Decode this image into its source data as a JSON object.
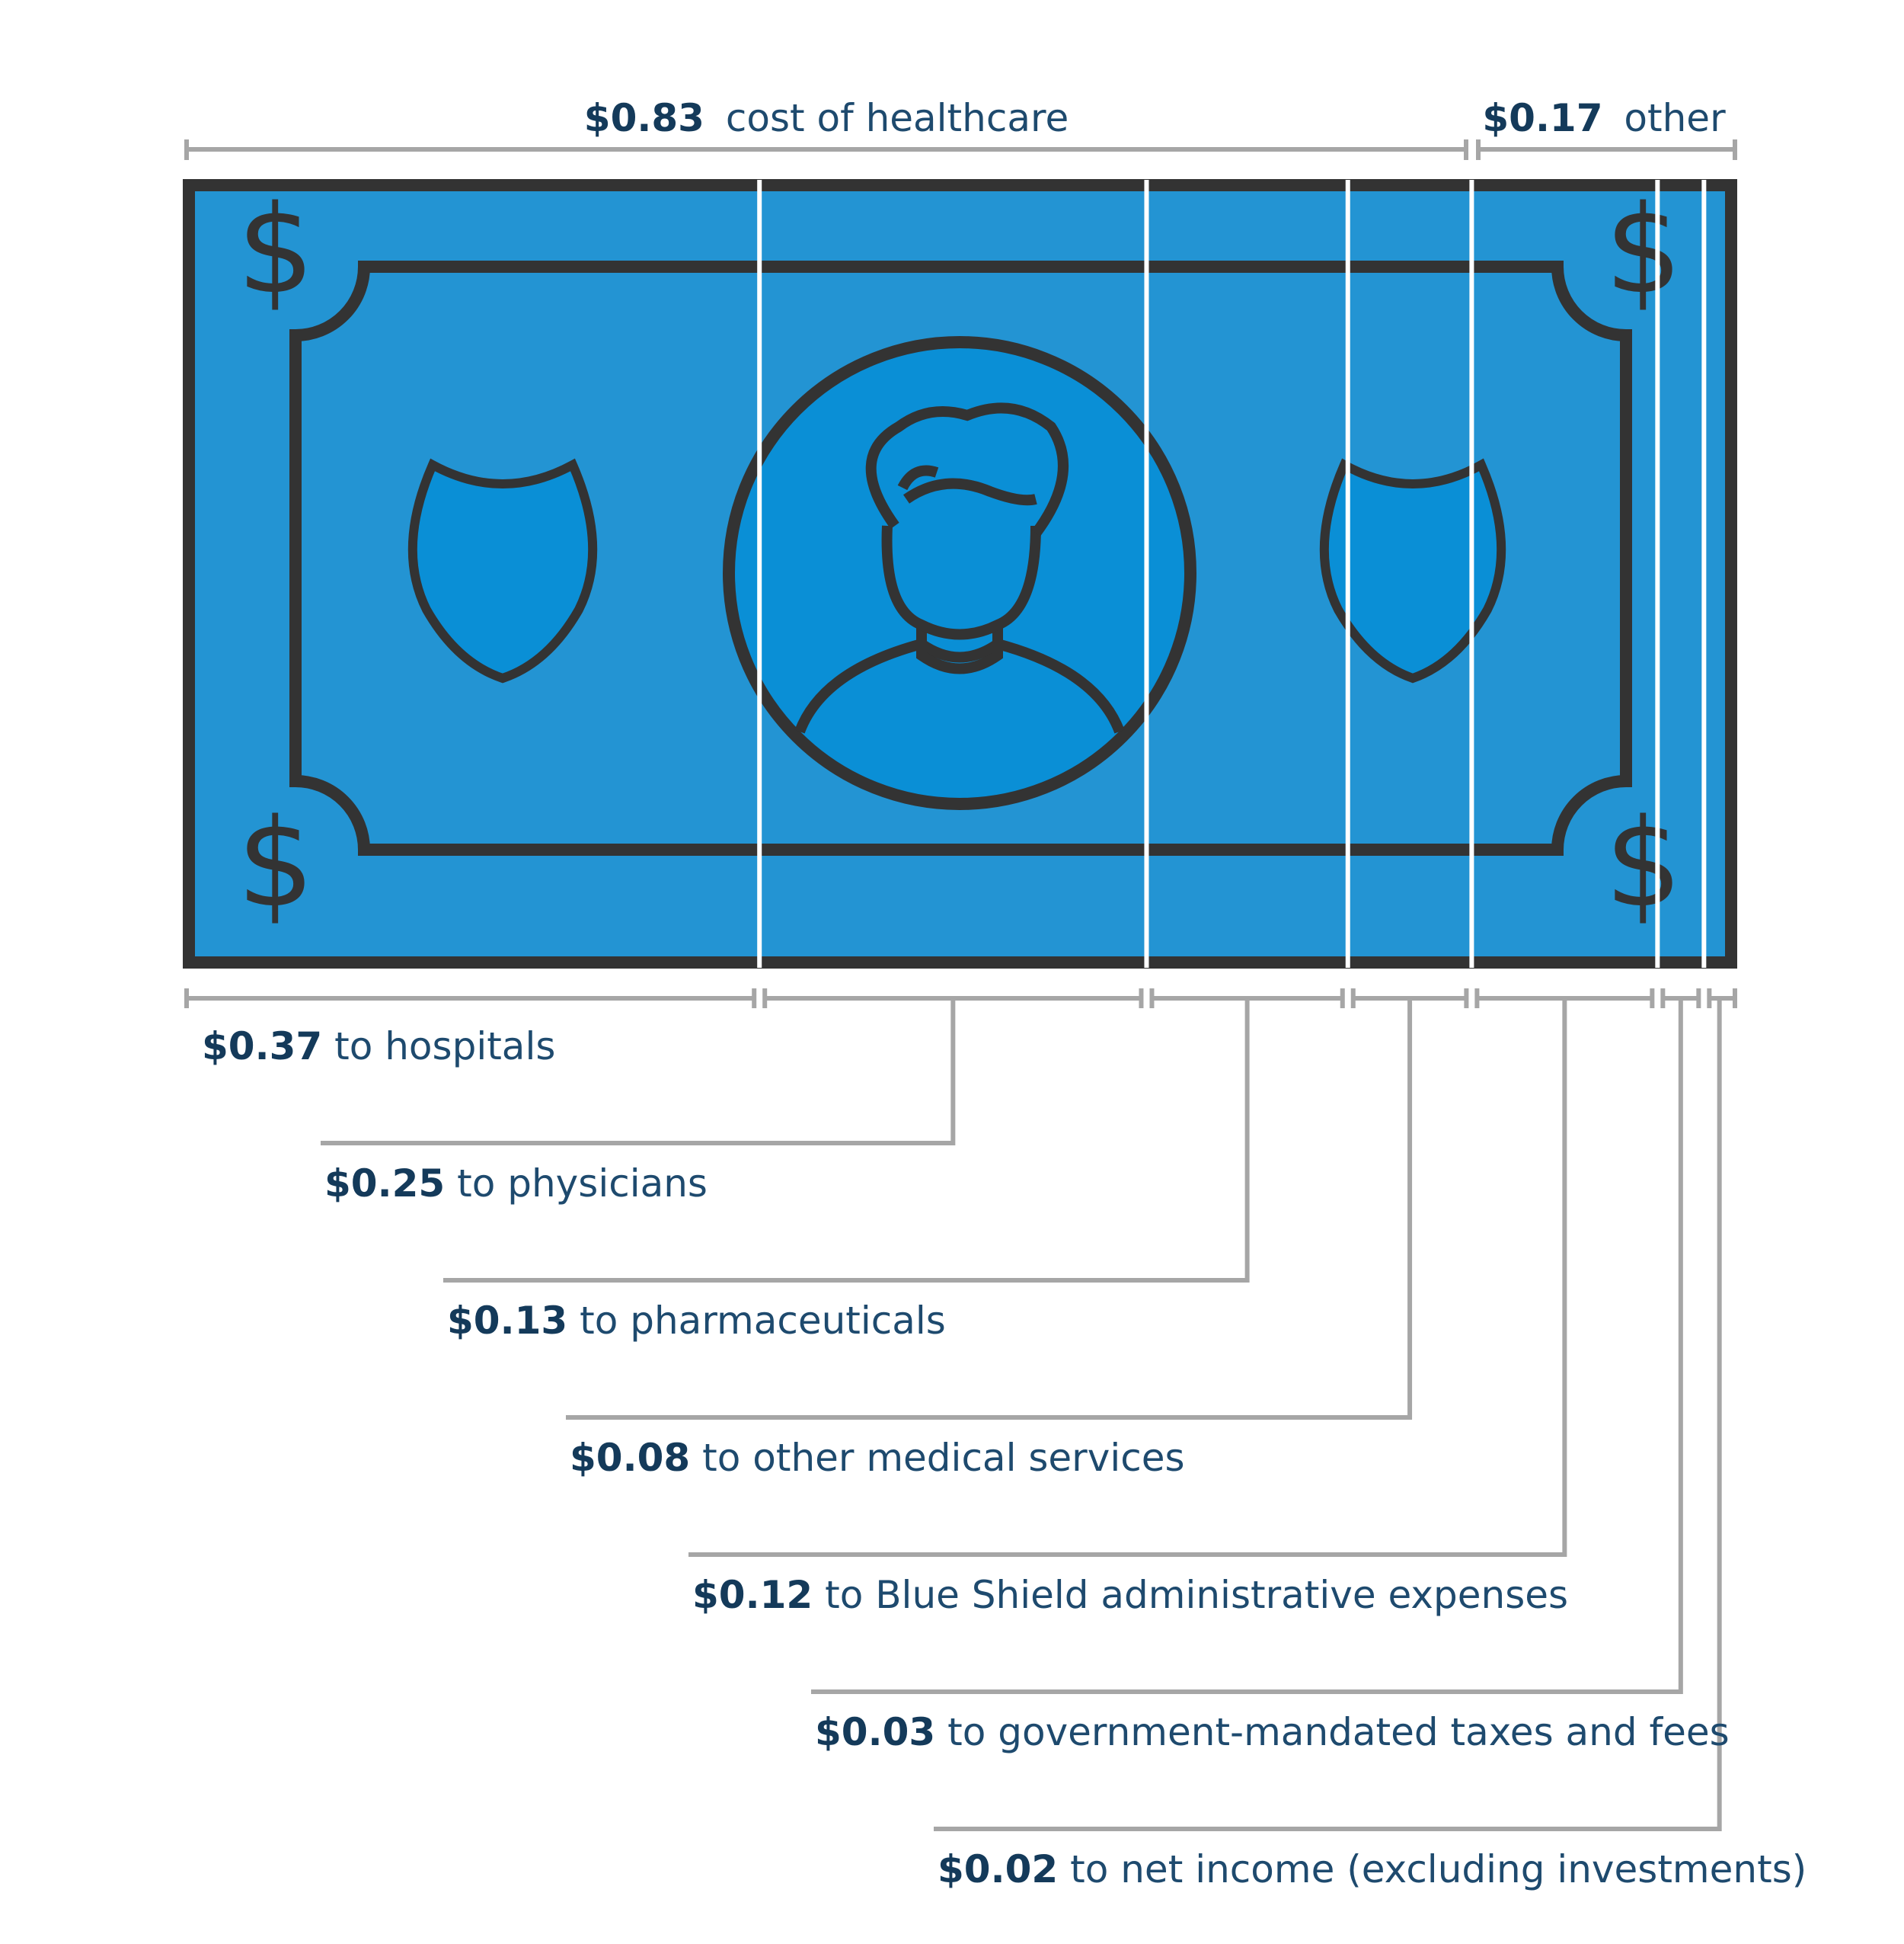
{
  "colors": {
    "bill_fill": "#2394d3",
    "bill_inner": "#0a8fd6",
    "outline": "#333333",
    "bracket": "#a6a6a6",
    "amount": "#143a5a",
    "desc": "#1e4a6e",
    "divider": "#ffffff"
  },
  "icons": [
    "dollar-sign-icon",
    "shield-icon",
    "person-portrait-icon"
  ],
  "header": {
    "healthcare": {
      "amount": "$0.83",
      "text": "cost of healthcare",
      "value": 0.83
    },
    "other": {
      "amount": "$0.17",
      "text": "other",
      "value": 0.17
    }
  },
  "breakdown": [
    {
      "amount": "$0.37",
      "text": "to hospitals",
      "value": 0.37
    },
    {
      "amount": "$0.25",
      "text": "to physicians",
      "value": 0.25
    },
    {
      "amount": "$0.13",
      "text": "to pharmaceuticals",
      "value": 0.13
    },
    {
      "amount": "$0.08",
      "text": "to other medical services",
      "value": 0.08
    },
    {
      "amount": "$0.12",
      "text": "to Blue Shield administrative expenses",
      "value": 0.12
    },
    {
      "amount": "$0.03",
      "text": "to government-mandated taxes and fees",
      "value": 0.03
    },
    {
      "amount": "$0.02",
      "text": "to net income (excluding investments)",
      "value": 0.02
    }
  ]
}
